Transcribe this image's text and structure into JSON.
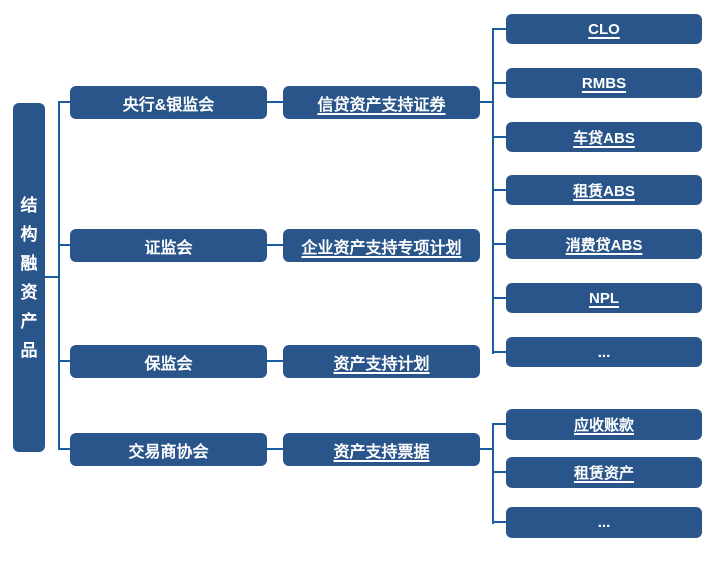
{
  "colors": {
    "box_fill": "#29558A",
    "line": "#1A5CA0",
    "text": "#FFFFFF",
    "background": "#FFFFFF"
  },
  "root": {
    "label": "结构融资产品"
  },
  "rows": [
    {
      "regulator": "央行&银监会",
      "product": "信贷资产支持证券"
    },
    {
      "regulator": "证监会",
      "product": "企业资产支持专项计划"
    },
    {
      "regulator": "保监会",
      "product": "资产支持计划"
    },
    {
      "regulator": "交易商协会",
      "product": "资产支持票据"
    }
  ],
  "credit_abs_items": [
    "CLO",
    "RMBS",
    "车贷ABS",
    "租赁ABS",
    "消费贷ABS",
    "NPL",
    "..."
  ],
  "abn_items": [
    "应收账款",
    "租赁资产",
    "..."
  ]
}
